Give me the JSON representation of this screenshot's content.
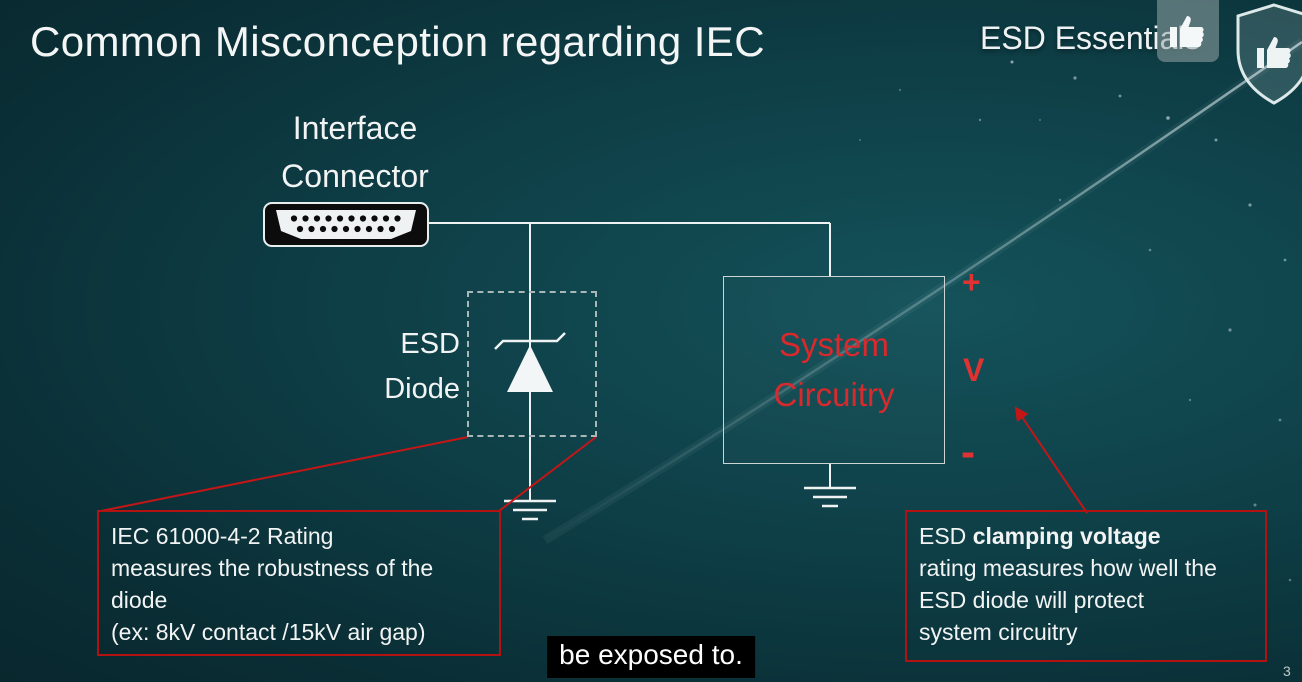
{
  "slide": {
    "title": "Common Misconception regarding IEC",
    "brand": "ESD Essentials",
    "page_number": "3",
    "caption": "be exposed to."
  },
  "diagram": {
    "connector_label": [
      "Interface",
      "Connector"
    ],
    "esd_diode_label": [
      "ESD",
      "Diode"
    ],
    "system_label": [
      "System",
      "Circuitry"
    ],
    "plus": "+",
    "v": "V",
    "minus": "-"
  },
  "callouts": {
    "iec": {
      "lines": [
        "IEC 61000-4-2 Rating",
        "measures the robustness of the",
        "diode",
        "(ex: 8kV contact /15kV air gap)"
      ]
    },
    "clamping": {
      "prefix": "ESD ",
      "bold": "clamping voltage",
      "lines": [
        "rating measures how well the",
        "ESD diode will protect",
        "system circuitry"
      ]
    }
  },
  "icons": {
    "thumbs_up": "thumbs-up-icon",
    "shield": "shield-icon",
    "connector": "hdmi-connector-icon"
  },
  "colors": {
    "accent_red": "#c41616",
    "text": "#f2f4f4",
    "background_teal": "#0e3e46",
    "caption_background": "#000000"
  }
}
